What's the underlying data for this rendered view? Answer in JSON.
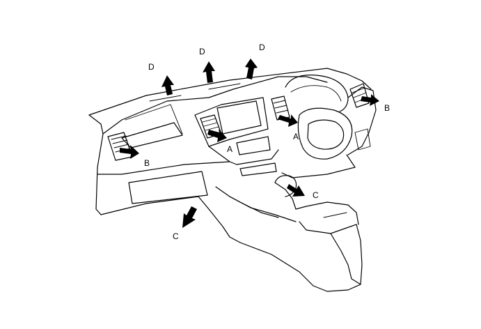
{
  "labels": {
    "defroster": "D",
    "center_vent": "A",
    "side_vent": "B",
    "foot": "C"
  },
  "colors": {
    "line": "#000000",
    "arrow": "#000000",
    "background": "#ffffff"
  }
}
